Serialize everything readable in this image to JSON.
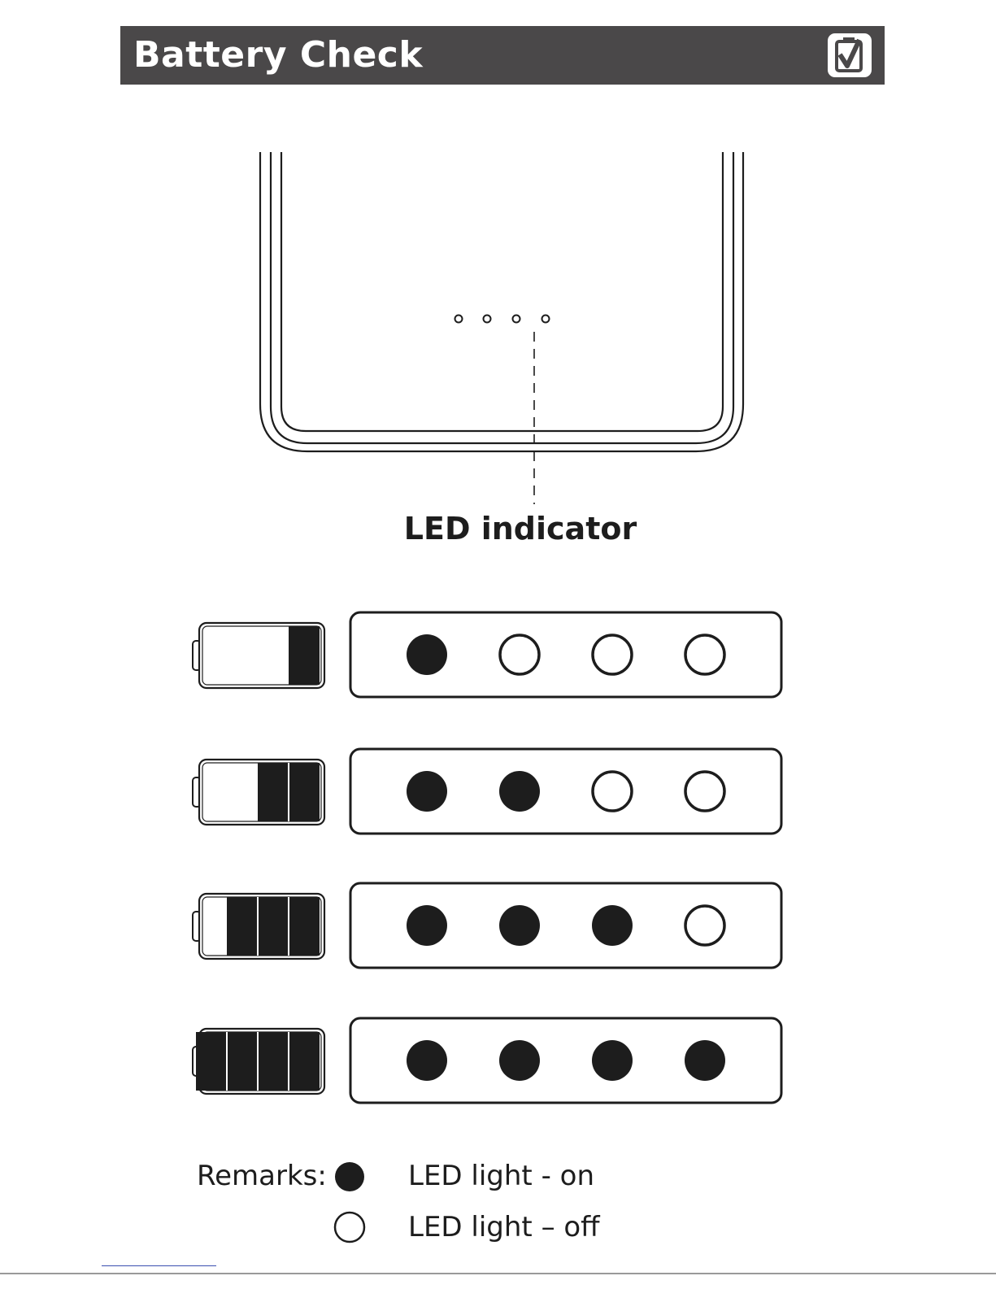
{
  "header": {
    "title": "Battery Check",
    "icon": "battery-check-icon",
    "background_color": "#4a4849"
  },
  "led_indicator_label": "LED indicator",
  "battery_levels": [
    {
      "battery_fill_segments": 1,
      "leds": [
        true,
        false,
        false,
        false
      ]
    },
    {
      "battery_fill_segments": 2,
      "leds": [
        true,
        true,
        false,
        false
      ]
    },
    {
      "battery_fill_segments": 3,
      "leds": [
        true,
        true,
        true,
        false
      ]
    },
    {
      "battery_fill_segments": 4,
      "leds": [
        true,
        true,
        true,
        true
      ]
    }
  ],
  "remarks": {
    "label": "Remarks:",
    "on_text": "LED light - on",
    "off_text": "LED light – off"
  }
}
